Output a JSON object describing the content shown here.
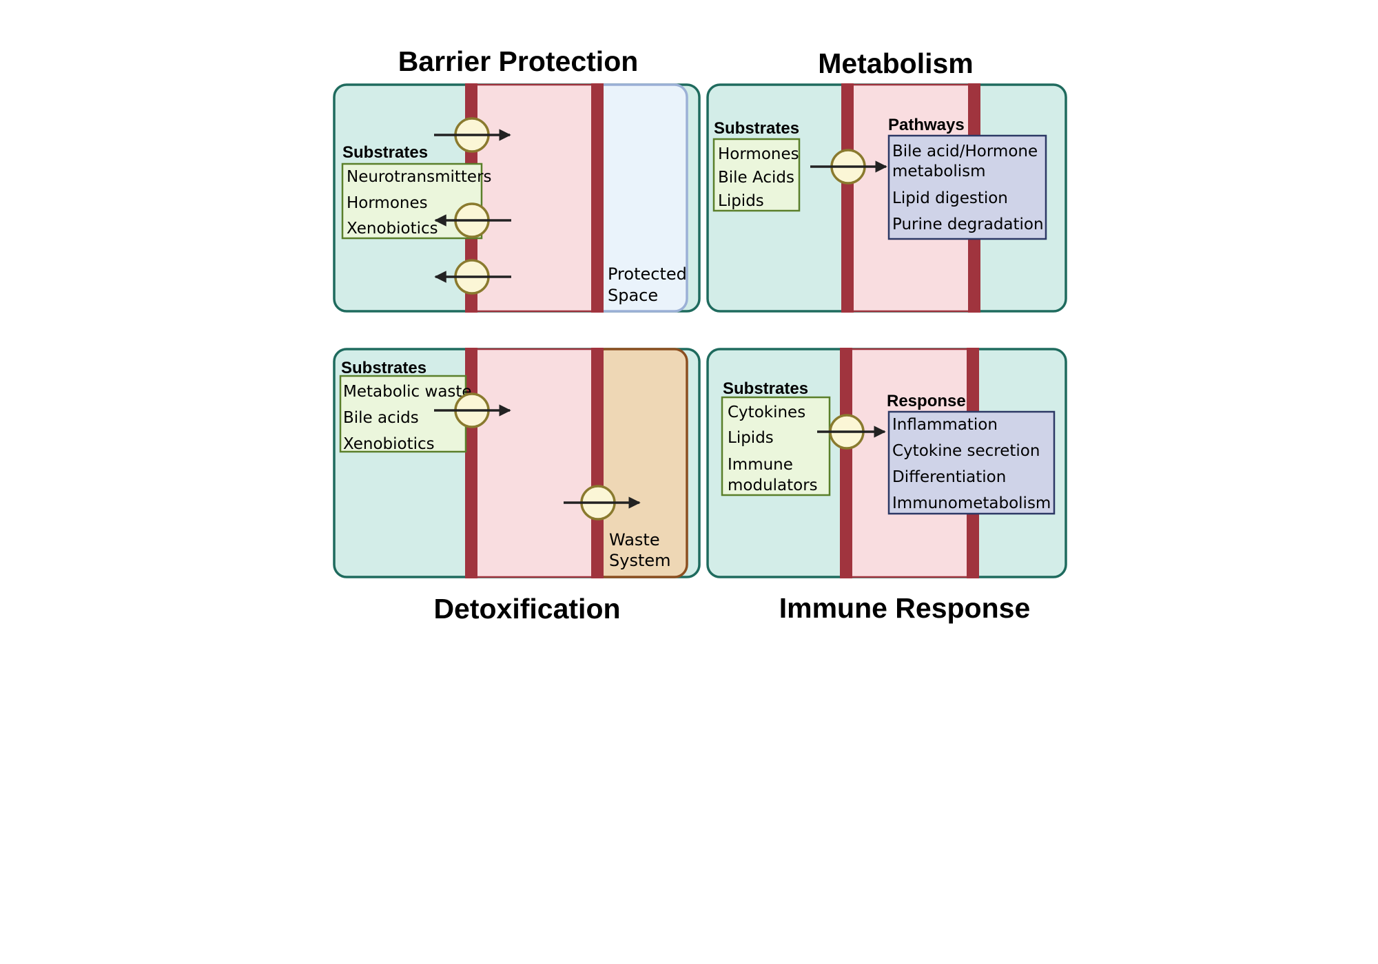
{
  "panels": {
    "barrier": {
      "title": "Barrier Protection",
      "substrates_heading": "Substrates",
      "substrates": [
        "Neurotransmitters",
        "Hormones",
        "Xenobiotics"
      ],
      "space_label": [
        "Protected",
        "Space"
      ]
    },
    "metabolism": {
      "title": "Metabolism",
      "substrates_heading": "Substrates",
      "substrates": [
        "Hormones",
        "Bile Acids",
        "Lipids"
      ],
      "pathways_heading": "Pathways",
      "pathways": [
        "Bile acid/Hormone",
        "metabolism",
        "Lipid digestion",
        "Purine degradation"
      ]
    },
    "detox": {
      "title": "Detoxification",
      "substrates_heading": "Substrates",
      "substrates": [
        "Metabolic waste",
        "Bile acids",
        "Xenobiotics"
      ],
      "space_label": [
        "Waste",
        "System"
      ]
    },
    "immune": {
      "title": "Immune Response",
      "substrates_heading": "Substrates",
      "substrates": [
        "Cytokines",
        "Lipids",
        "Immune",
        "modulators"
      ],
      "response_heading": "Response",
      "response": [
        "Inflammation",
        "Cytokine secretion",
        "Differentiation",
        "Immunometabolism"
      ]
    }
  },
  "colors": {
    "outer_fill": "#d3ede8",
    "outer_stroke": "#1f6b5e",
    "cell_fill": "#f9dde0",
    "membrane": "#a0343e",
    "protected_fill": "#eaf3fb",
    "protected_stroke": "#9bb0d6",
    "waste_fill": "#eed7b5",
    "waste_stroke": "#8b4f20",
    "substrate_fill": "#ebf6dc",
    "substrate_stroke": "#5a7f2a",
    "pathway_fill": "#cfd3e8",
    "pathway_stroke": "#2c3865",
    "transporter_fill": "#fbf6d6",
    "transporter_stroke": "#8a7a2e",
    "arrow": "#222222"
  }
}
